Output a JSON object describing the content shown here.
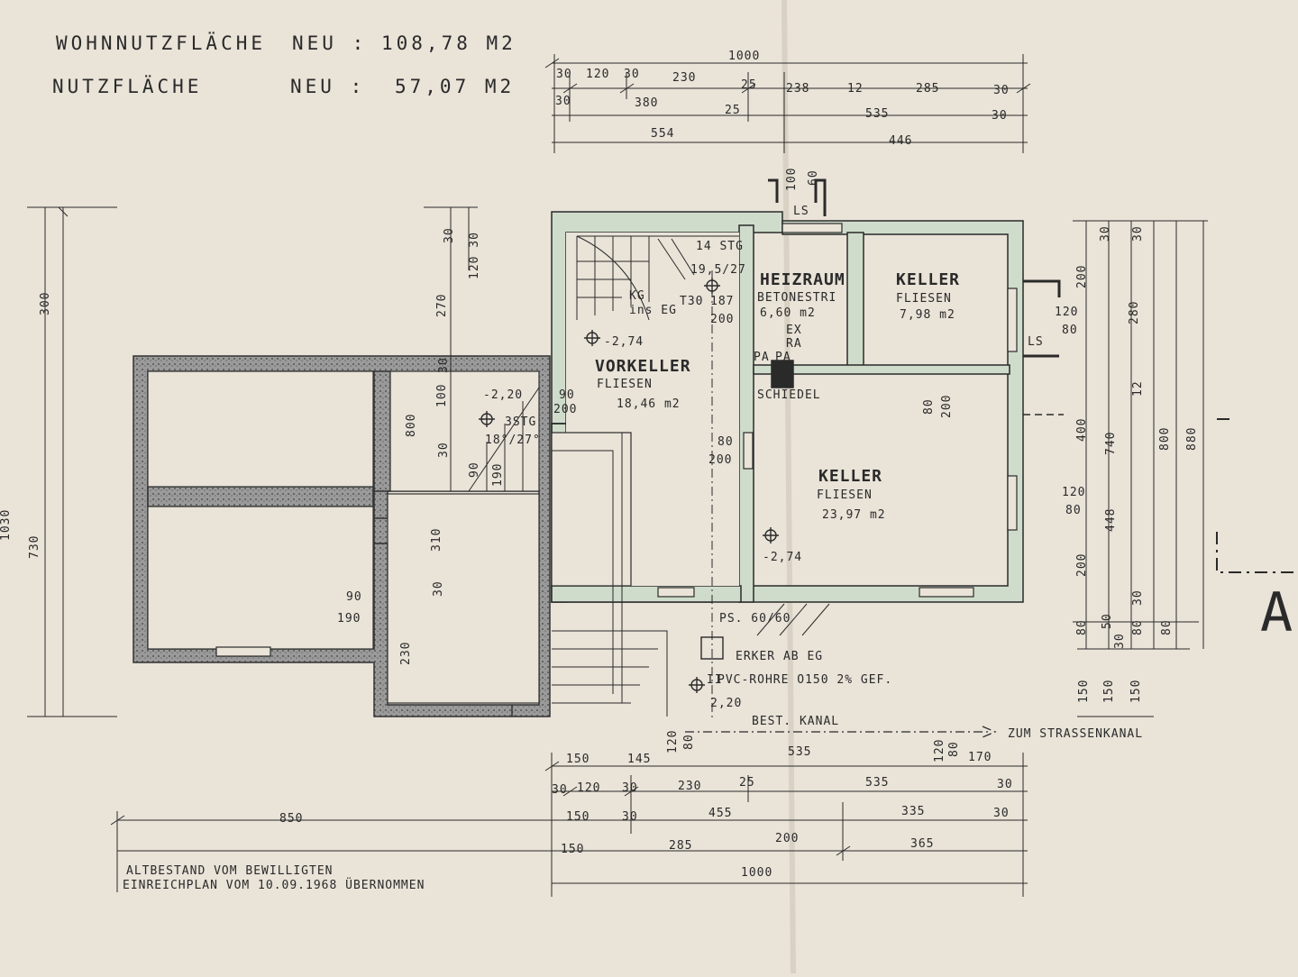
{
  "header": {
    "row1_label": "WOHNNUTZFLÄCHE",
    "row1_tag": "NEU :",
    "row1_value": "108,78 M2",
    "row2_label": "NUTZFLÄCHE",
    "row2_tag": "NEU :",
    "row2_value": "57,07 M2"
  },
  "rooms": {
    "vorkeller": {
      "name": "VORKELLER",
      "finish": "FLIESEN",
      "area": "18,46 m2"
    },
    "heizraum": {
      "name": "HEIZRAUM",
      "finish": "BETONESTRI",
      "area": "6,60 m2"
    },
    "keller_small": {
      "name": "KELLER",
      "finish": "FLIESEN",
      "area": "7,98 m2"
    },
    "keller_large": {
      "name": "KELLER",
      "finish": "FLIESEN",
      "area": "23,97 m2"
    }
  },
  "stairs": {
    "main_steps": "14 STG",
    "main_ratio": "19,5/27",
    "kg_label": "KG",
    "kg_sub": "ins EG",
    "door": "T30",
    "door_dim": "187",
    "door_dim2": "200",
    "side_steps": "3STG",
    "side_ratio": "18°/27°"
  },
  "levels": {
    "vorkeller": "-2,74",
    "keller": "-2,74",
    "old": "-2,20",
    "pipe": "2,20"
  },
  "notes": {
    "ex": "EX",
    "ra": "RA",
    "pa1": "PA",
    "pa2": "PA",
    "chimney": "SCHIEDEL",
    "ls_top": "LS",
    "ls_right": "LS",
    "ps": "PS. 60/60",
    "erker": "ERKER AB EG",
    "pvc": "PVC-ROHRE O150 2% GEF.",
    "kanal": "BEST. KANAL",
    "strassenkanal": "ZUM STRASSENKANAL",
    "altbestand1": "ALTBESTAND VOM BEWILLIGTEN",
    "altbestand2": "EINREICHPLAN VOM 10.09.1968 ÜBERNOMMEN",
    "section_mark": "A",
    "marker_ii": "II"
  },
  "top_dims": {
    "overall": "1000",
    "row1": [
      "30",
      "120",
      "30",
      "230",
      "25",
      "238",
      "12",
      "285",
      "30"
    ],
    "row2": [
      "30",
      "380",
      "25",
      "535",
      "30"
    ],
    "row3": [
      "554",
      "446"
    ],
    "ls_dims": [
      "100",
      "60"
    ]
  },
  "bottom_dims": {
    "row1": [
      "150",
      "145",
      "535",
      "170"
    ],
    "row1_small": [
      "120",
      "80",
      "120",
      "80"
    ],
    "row2": [
      "30",
      "120",
      "30",
      "230",
      "25",
      "535",
      "30"
    ],
    "row3": [
      "850",
      "150",
      "30",
      "455",
      "335",
      "30"
    ],
    "row4": [
      "150",
      "285",
      "200",
      "365"
    ],
    "overall": "1000"
  },
  "left_dims": {
    "outer": [
      "1030",
      "300",
      "730"
    ],
    "inner": [
      "30",
      "120 30",
      "270",
      "30",
      "100",
      "800",
      "30",
      "310",
      "30",
      "230",
      "90",
      "190",
      "90",
      "190"
    ],
    "door": [
      "90",
      "200"
    ]
  },
  "right_dims": {
    "col1": [
      "200",
      "120",
      "80",
      "400",
      "120",
      "80",
      "200",
      "80",
      "150"
    ],
    "col2": [
      "30",
      "280",
      "12",
      "740",
      "448",
      "50",
      "30",
      "150"
    ],
    "col3": [
      "30",
      "800",
      "30",
      "80",
      "150"
    ],
    "col4": [
      "880",
      "80"
    ]
  },
  "inner_dims": {
    "k_door": [
      "80",
      "200"
    ],
    "v_door": [
      "80",
      "200"
    ],
    "ls_win": [
      "120",
      "80"
    ]
  },
  "colors": {
    "paper": "#e9e3d8",
    "ink": "#2a2a2a",
    "wall_new": "#cfdccb",
    "wall_old": "#8c8c8c"
  }
}
